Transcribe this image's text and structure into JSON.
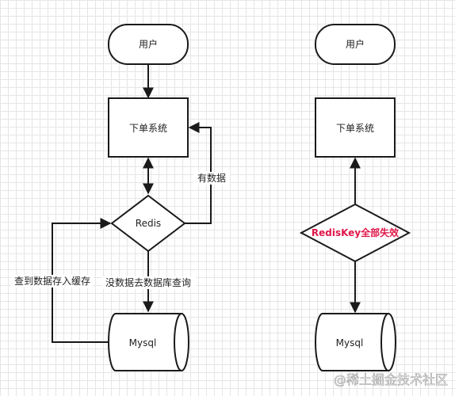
{
  "left": {
    "user": "用户",
    "order_system": "下单系统",
    "redis": "Redis",
    "mysql": "Mysql",
    "edge_has_data": "有数据",
    "edge_no_data": "没数据去数据库查询",
    "edge_store_cache": "查到数据存入缓存"
  },
  "right": {
    "user": "用户",
    "order_system": "下单系统",
    "redis_key": "RedisKey全部失效",
    "mysql": "Mysql"
  },
  "watermark": "@稀土掘金技术社区",
  "colors": {
    "stroke": "#1a1a1a",
    "highlight_text": "#e0184a",
    "grid": "#e6e6e6"
  }
}
